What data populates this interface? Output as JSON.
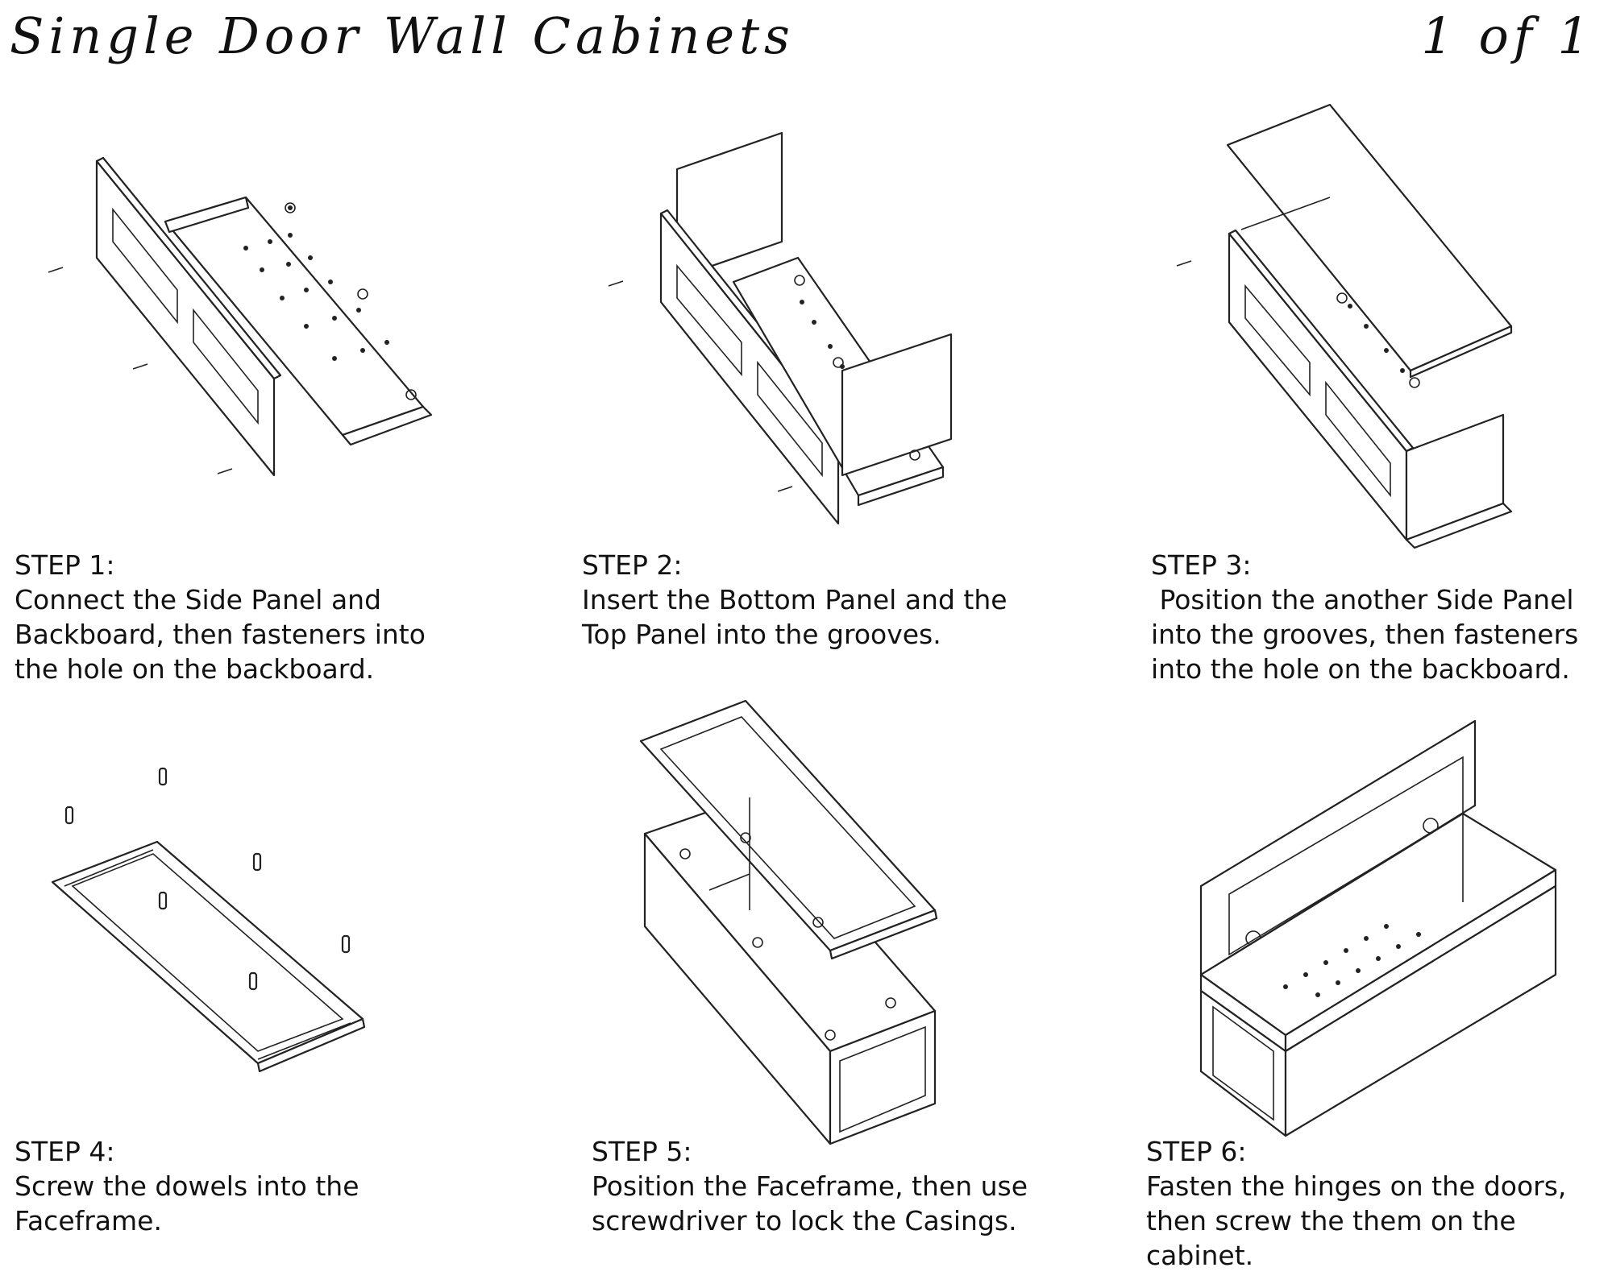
{
  "header": {
    "title": "Single Door Wall Cabinets",
    "page_indicator": "1 of 1"
  },
  "steps": [
    {
      "label": "STEP 1:",
      "text": "Connect the Side Panel and\nBackboard, then fasteners into\nthe hole on the backboard."
    },
    {
      "label": "STEP 2:",
      "text": "Insert the Bottom Panel and the\nTop Panel into the grooves."
    },
    {
      "label": "STEP 3:",
      "text": " Position the another Side Panel\ninto the grooves, then fasteners\ninto the hole on the backboard."
    },
    {
      "label": "STEP 4:",
      "text": "Screw the dowels into the\nFaceframe."
    },
    {
      "label": "STEP 5:",
      "text": "Position the Faceframe, then use\nscrewdriver to lock the Casings."
    },
    {
      "label": "STEP 6:",
      "text": "Fasten the hinges on the doors,\nthen screw the them on the\ncabinet."
    }
  ]
}
